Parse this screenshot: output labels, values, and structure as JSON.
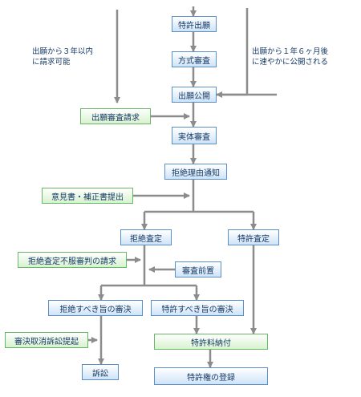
{
  "nodes": {
    "filing": "特許出願",
    "formality": "方式審査",
    "publication": "出願公開",
    "exam_request": "出願審査請求",
    "substantive": "実体審査",
    "refusal_notice": "拒絶理由通知",
    "opinion": "意見書・補正書提出",
    "refusal_decision": "拒絶査定",
    "grant_decision": "特許査定",
    "appeal": "拒絶査定不服審判の請求",
    "pre_exam": "審査前置",
    "appeal_refusal": "拒絶すべき旨の審決",
    "appeal_grant": "特許すべき旨の審決",
    "lawsuit_filing": "審決取消訴訟提起",
    "fee": "特許料納付",
    "lawsuit": "訴訟",
    "registration": "特許権の登録"
  },
  "notes": {
    "left_line1": "出願から３年以内",
    "left_line2": "に請求可能",
    "right_line1": "出願から１年６ヶ月後",
    "right_line2": "に速やかに公開される"
  },
  "colors": {
    "line": "#8c8c8c",
    "blue_border": "#5b8fc7",
    "green_border": "#66b866",
    "text": "#163a66"
  }
}
